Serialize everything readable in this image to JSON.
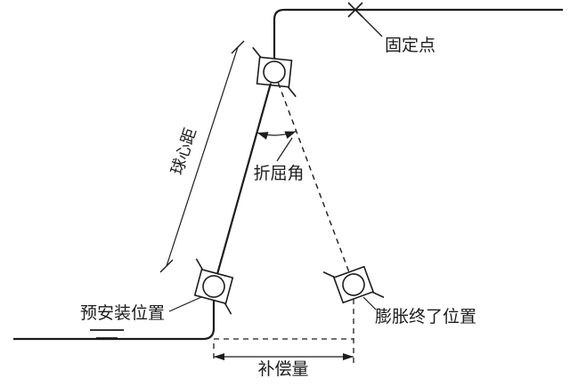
{
  "figure": {
    "type": "technical-diagram",
    "subject": "ball-joint expansion compensator geometry",
    "background": "#ffffff",
    "line_color": "#1c1c1c",
    "labels": {
      "fixed_point": "固定点",
      "ball_center_distance": "球心距",
      "bend_angle": "折屈角",
      "pre_install_position": "预安装位置",
      "expansion_end_position": "膨胀终了位置",
      "compensation_amount": "补偿量"
    }
  }
}
